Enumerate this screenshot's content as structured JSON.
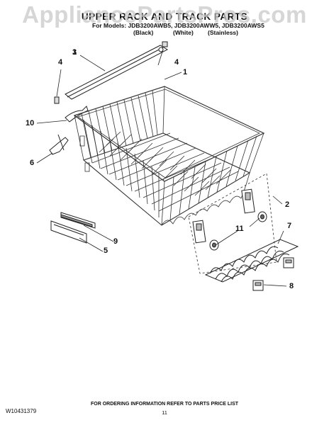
{
  "watermark": "AppliancePartsPros.com",
  "title": "UPPER RACK AND TRACK PARTS",
  "models_line": "For Models: JDB3200AWB5, JDB3200AWW5, JDB3200AWS5",
  "variants": [
    "(Black)",
    "(White)",
    "(Stainless)"
  ],
  "footer": {
    "doc_number": "W10431379",
    "order_info": "FOR ORDERING INFORMATION REFER TO PARTS PRICE LIST",
    "page": "11"
  },
  "callouts": [
    "1",
    "2",
    "3",
    "4",
    "4",
    "5",
    "6",
    "7",
    "8",
    "9",
    "10",
    "11"
  ]
}
